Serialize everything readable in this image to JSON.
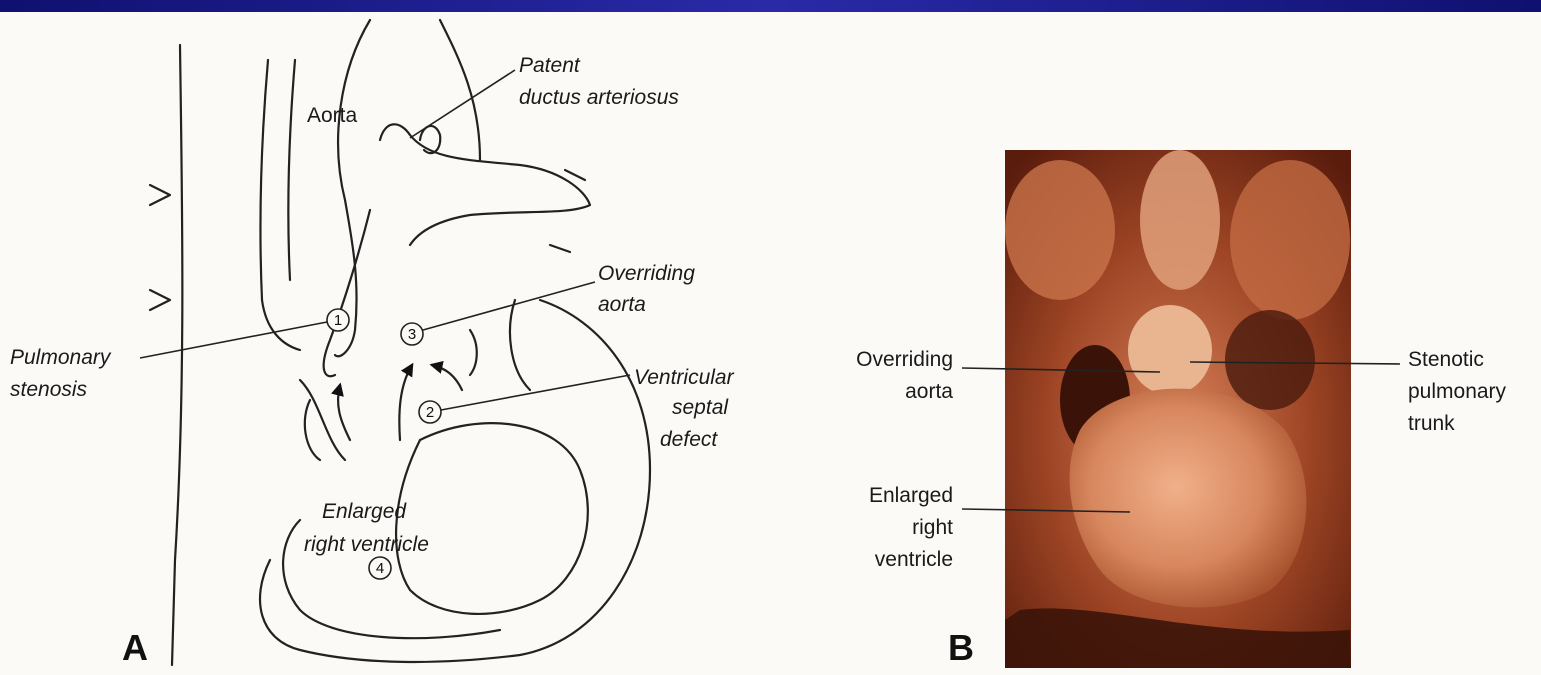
{
  "panel_a": {
    "letter": "A",
    "labels": {
      "aorta": "Aorta",
      "patent_line1": "Patent",
      "patent_line2": "ductus arteriosus",
      "overriding_line1": "Overriding",
      "overriding_line2": "aorta",
      "pulmonary_line1": "Pulmonary",
      "pulmonary_line2": "stenosis",
      "vsd_line1": "Ventricular",
      "vsd_line2": "septal",
      "vsd_line3": "defect",
      "rv_line1": "Enlarged",
      "rv_line2": "right ventricle"
    },
    "markers": [
      "1",
      "2",
      "3",
      "4"
    ]
  },
  "panel_b": {
    "letter": "B",
    "labels": {
      "overriding_line1": "Overriding",
      "overriding_line2": "aorta",
      "stenotic_line1": "Stenotic",
      "stenotic_line2": "pulmonary",
      "stenotic_line3": "trunk",
      "rv_line1": "Enlarged",
      "rv_line2": "right",
      "rv_line3": "ventricle"
    }
  }
}
